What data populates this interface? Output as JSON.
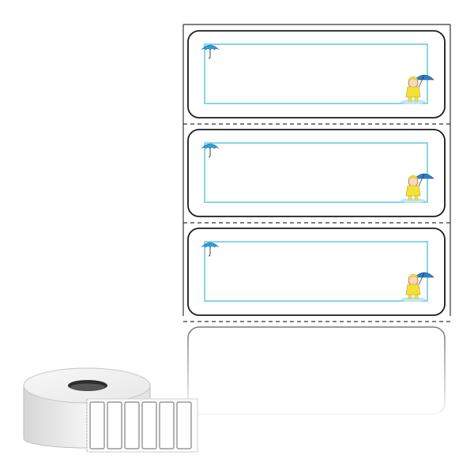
{
  "product": {
    "labels_printed": 3,
    "labels_blank": 1,
    "roll_visible_labels": 6,
    "colors": {
      "label_outline": "#1a1a1a",
      "inner_frame": "#3fb8e0",
      "umbrella": "#2f9fd8",
      "raincoat": "#f3e13a",
      "sheet_border": "#333333",
      "roll_shade": "#d8d8d8"
    },
    "icons": [
      "umbrella-icon",
      "child-in-raincoat-icon"
    ]
  }
}
